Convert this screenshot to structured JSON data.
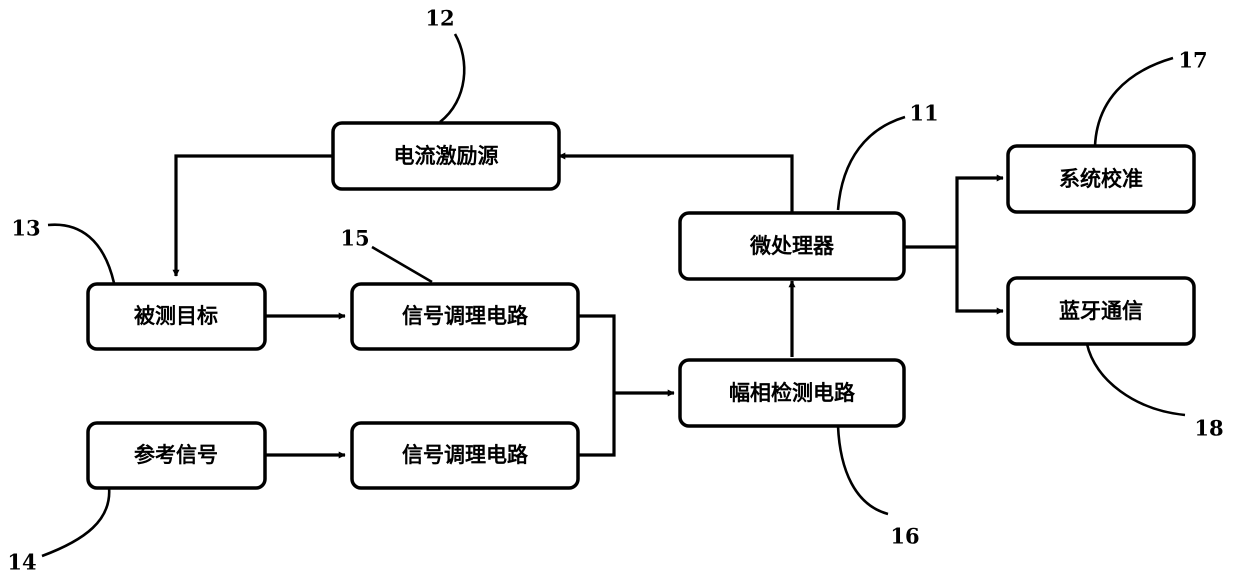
{
  "blocks": {
    "current_source": "电流激励源",
    "measured_target": "被测目标",
    "reference_signal": "参考信号",
    "conditioning_top": "信号调理电路",
    "conditioning_bottom": "信号调理电路",
    "amp_phase_detect": "幅相检测电路",
    "microprocessor": "微处理器",
    "calibration": "系统校准",
    "bluetooth": "蓝牙通信"
  },
  "refs": {
    "microprocessor": "11",
    "current_source": "12",
    "measured_target": "13",
    "reference_signal": "14",
    "conditioning": "15",
    "amp_phase_detect": "16",
    "calibration": "17",
    "bluetooth": "18"
  }
}
